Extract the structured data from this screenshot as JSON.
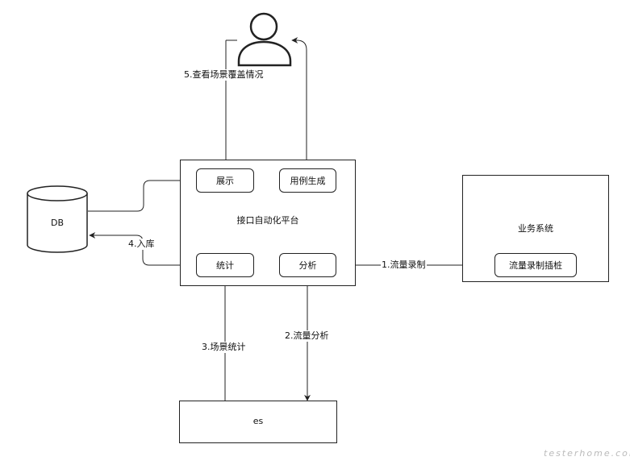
{
  "diagram": {
    "user": {
      "icon": "user-icon"
    },
    "database": {
      "label": "DB",
      "icon": "database-icon"
    },
    "platform": {
      "title": "接口自动化平台",
      "nodes": {
        "display": "展示",
        "case_gen": "用例生成",
        "stats": "统计",
        "analysis": "分析"
      }
    },
    "business": {
      "title": "业务系统",
      "node": "流量录制插桩"
    },
    "es": {
      "label": "es"
    },
    "edges": {
      "e1": "1.流量录制",
      "e2": "2.流量分析",
      "e3": "3.场景统计",
      "e4": "4.入库",
      "e5": "5.查看场景覆盖情况"
    }
  },
  "watermark": "testerhome.com"
}
